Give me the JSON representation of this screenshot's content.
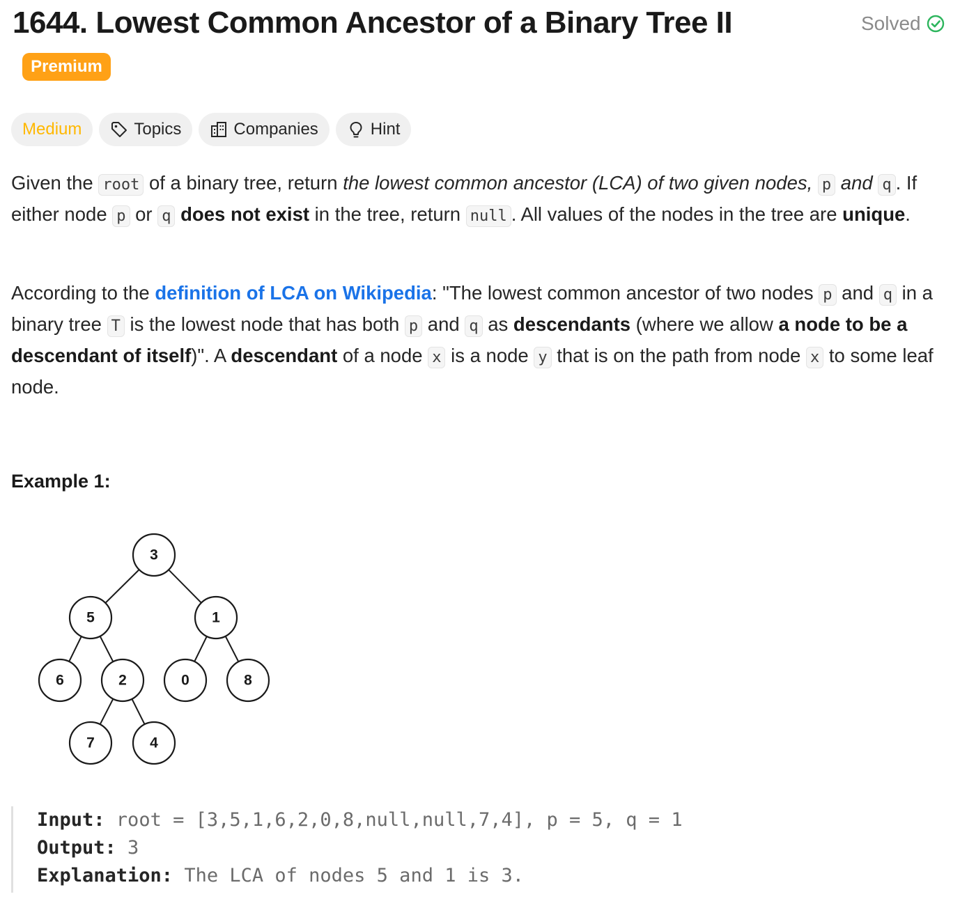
{
  "header": {
    "title": "1644. Lowest Common Ancestor of a Binary Tree II",
    "solved_label": "Solved",
    "premium_label": "Premium"
  },
  "chips": {
    "difficulty": "Medium",
    "topics": "Topics",
    "companies": "Companies",
    "hint": "Hint"
  },
  "colors": {
    "premium": "#ffa116",
    "difficulty_medium": "#ffb800",
    "solved_check": "#2db55d",
    "link": "#1a73e8"
  },
  "description": {
    "p1": {
      "t1": "Given the ",
      "c_root": "root",
      "t2": " of a binary tree, return ",
      "i1": "the lowest common ancestor (LCA) of two given nodes, ",
      "c_p": "p",
      "i2": " and ",
      "c_q": "q",
      "t3": ". If either node ",
      "c_p2": "p",
      "t4": " or ",
      "c_q2": "q",
      "t5": " ",
      "b1": "does not exist",
      "t6": " in the tree, return ",
      "c_null": "null",
      "t7": ". All values of the nodes in the tree are ",
      "b2": "unique",
      "t8": "."
    },
    "p2": {
      "t1": "According to the ",
      "link": "definition of LCA on Wikipedia",
      "t2": ": \"The lowest common ancestor of two nodes ",
      "c_p": "p",
      "t3": " and ",
      "c_q": "q",
      "t4": " in a binary tree ",
      "c_T": "T",
      "t5": " is the lowest node that has both ",
      "c_p2": "p",
      "t6": " and ",
      "c_q2": "q",
      "t7": " as ",
      "b1": "descendants",
      "t8": " (where we allow ",
      "b2": "a node to be a descendant of itself",
      "t9": ")\". A ",
      "b3": "descendant",
      "t10": " of a node ",
      "c_x": "x",
      "t11": " is a node ",
      "c_y": "y",
      "t12": " that is on the path from node ",
      "c_x2": "x",
      "t13": " to some leaf node."
    }
  },
  "example": {
    "title": "Example 1:",
    "tree_nodes": [
      "3",
      "5",
      "1",
      "6",
      "2",
      "0",
      "8",
      "7",
      "4"
    ],
    "input_label": "Input:",
    "input_value": " root = [3,5,1,6,2,0,8,null,null,7,4], p = 5, q = 1",
    "output_label": "Output:",
    "output_value": " 3",
    "explanation_label": "Explanation:",
    "explanation_value": " The LCA of nodes 5 and 1 is 3."
  }
}
